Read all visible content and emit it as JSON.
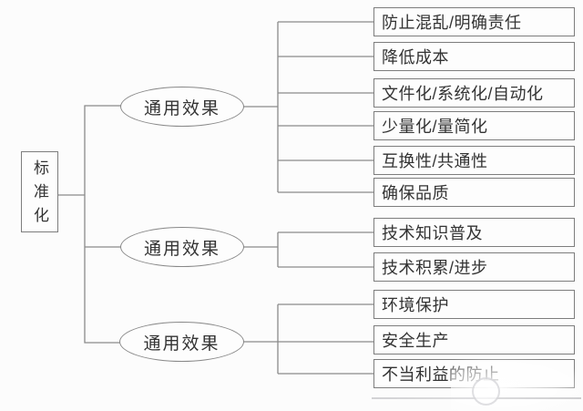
{
  "diagram": {
    "root": {
      "label": "标准化"
    },
    "groups": [
      {
        "node": "通用效果",
        "items": [
          "防止混乱/明确责任",
          "降低成本",
          "文件化/系统化/自动化",
          "少量化/量简化",
          "互换性/共通性",
          "确保品质"
        ]
      },
      {
        "node": "通用效果",
        "items": [
          "技术知识普及",
          "技术积累/进步"
        ]
      },
      {
        "node": "通用效果",
        "items": [
          "环境保护",
          "安全生产",
          "不当利益的防止"
        ]
      }
    ]
  },
  "colors": {
    "line": "#8a8a8a",
    "border": "#7d7d7d",
    "text": "#333333",
    "background": "#fcfcfc"
  }
}
